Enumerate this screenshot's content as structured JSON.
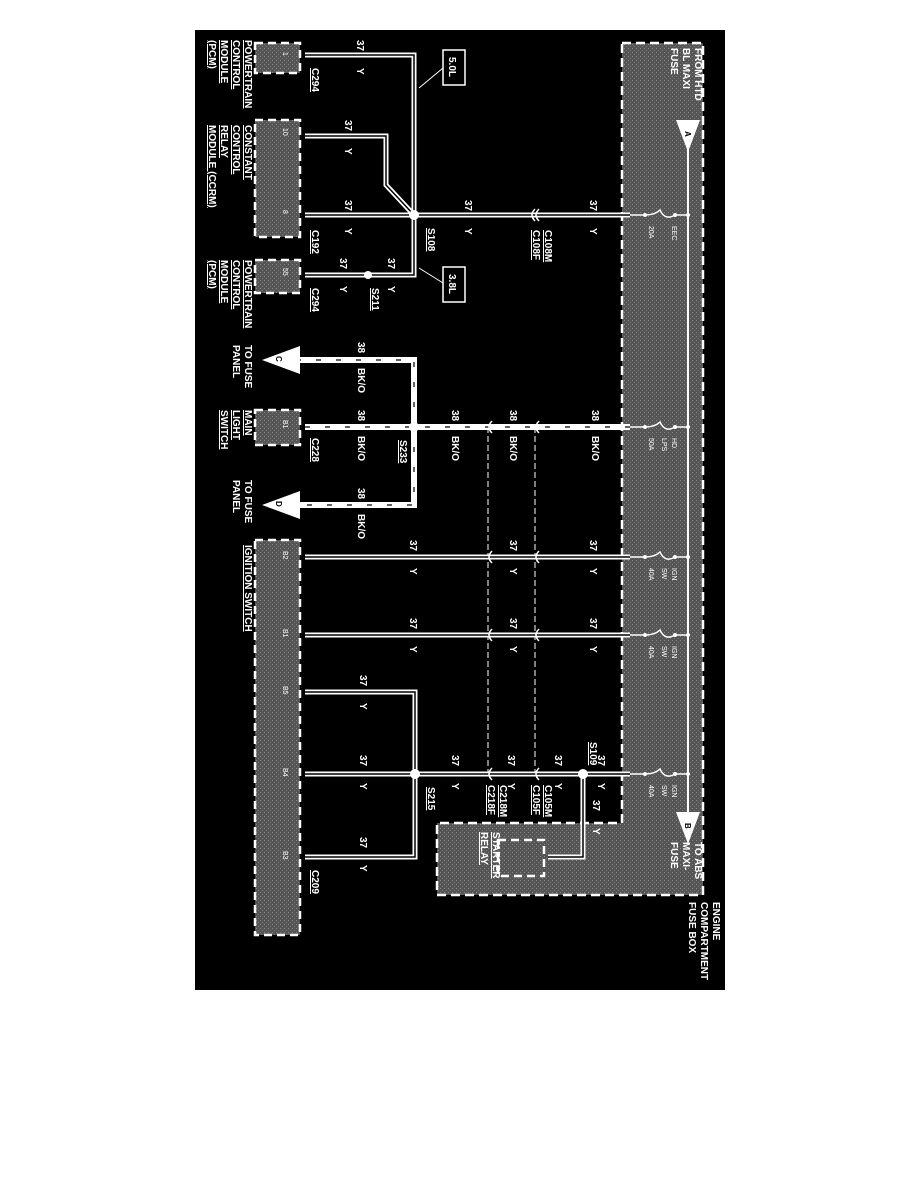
{
  "fuse_box": {
    "title": [
      "ENGINE",
      "COMPARTMENT",
      "FUSE BOX"
    ],
    "from": [
      "FROM HTD",
      "BL MAXI",
      "FUSE"
    ],
    "to_abs": [
      "TO ABS",
      "MAXI-",
      "FUSE"
    ],
    "arrow_a": "A",
    "arrow_b": "B",
    "fuses": [
      {
        "name": [
          "EEC"
        ],
        "rating": "20A"
      },
      {
        "name": [
          "HD",
          "LPS"
        ],
        "rating": "50A"
      },
      {
        "name": [
          "IGN",
          "SW"
        ],
        "rating": "40A"
      },
      {
        "name": [
          "IGN",
          "SW"
        ],
        "rating": "40A"
      },
      {
        "name": [
          "IGN",
          "SW"
        ],
        "rating": "40A"
      }
    ]
  },
  "wire": {
    "c37": "37",
    "y": "Y",
    "c38": "38",
    "bko": "BK/O"
  },
  "connectors": {
    "c108m": "C108M",
    "c108f": "C108F",
    "c105m": "C105M",
    "c105f": "C105F",
    "c218m": "C218M",
    "c218f": "C218F",
    "c294a": "C294",
    "c192": "C192",
    "c294b": "C294",
    "c228": "C228",
    "c209": "C209"
  },
  "splices": {
    "s108": "S108",
    "s211": "S211",
    "s233": "S233",
    "s109": "S109",
    "s215": "S215"
  },
  "engine_tags": {
    "v50": "5.0L",
    "v38": "3.8L"
  },
  "components": {
    "pcm1": [
      "POWERTRAIN",
      "CONTROL",
      "MODULE",
      "(PCM)"
    ],
    "ccrm": [
      "CONSTANT",
      "CONTROL",
      "RELAY",
      "MODULE (CCRM)"
    ],
    "pcm2": [
      "POWERTRAIN",
      "CONTROL",
      "MODULE",
      "(PCM)"
    ],
    "main_light": [
      "MAIN",
      "LIGHT",
      "SWITCH"
    ],
    "ignition": "IGNITION SWITCH",
    "starter": [
      "STARTER",
      "RELAY"
    ],
    "to_fuse_c": [
      "TO FUSE",
      "PANEL"
    ],
    "to_fuse_d": [
      "TO FUSE",
      "PANEL"
    ],
    "arrow_c": "C",
    "arrow_d": "D"
  },
  "pins": {
    "pcm1": "1",
    "ccrm10": "10",
    "ccrm8": "8",
    "pcm55": "55",
    "mls_b1": "B1",
    "ign_b2": "B2",
    "ign_b1": "B1",
    "ign_b5": "B5",
    "ign_b4": "B4",
    "ign_b3": "B3"
  }
}
